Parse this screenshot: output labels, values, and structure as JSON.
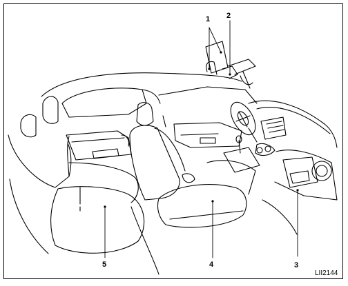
{
  "callouts": [
    "1",
    "2",
    "3",
    "4",
    "5"
  ],
  "figure_id": "LII2144"
}
